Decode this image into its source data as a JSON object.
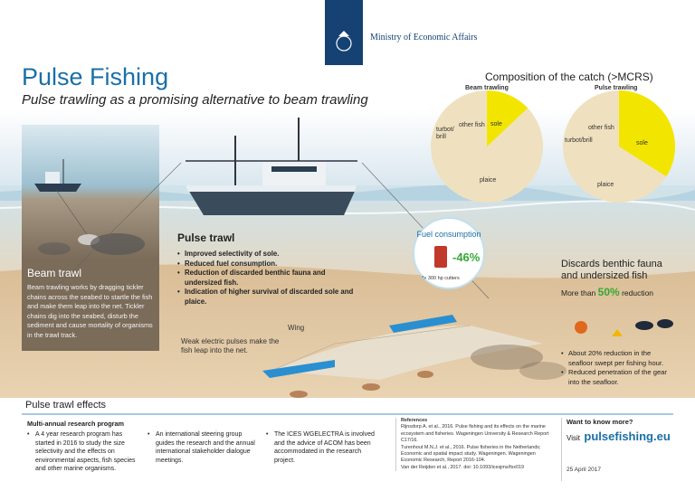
{
  "header": {
    "ministry": "Ministry of Economic Affairs",
    "title": "Pulse Fishing",
    "subtitle": "Pulse trawling as a promising alternative to beam trawling"
  },
  "composition": {
    "title": "Composition of the catch (>MCRS)",
    "beam": {
      "label": "Beam trawling",
      "other_fish": "other fish",
      "turbot_brill": "turbot/\nbrill",
      "sole": "sole",
      "plaice": "plaice",
      "sole_fraction": 0.13
    },
    "pulse": {
      "label": "Pulse trawling",
      "other_fish": "other fish",
      "turbot_brill": "turbot/brill",
      "sole": "sole",
      "plaice": "plaice",
      "sole_fraction": 0.34
    }
  },
  "beam_trawl": {
    "heading": "Beam trawl",
    "text": "Beam trawling works by dragging tickler chains across the seabed to startle the fish and make them leap into the net. Tickler chains dig into the seabed, disturb the sediment and cause mortality of organisms in the trawl track."
  },
  "pulse_trawl": {
    "heading": "Pulse trawl",
    "points": [
      "Improved selectivity of sole.",
      "Reduced fuel consumption.",
      "Reduction of discarded benthic fauna and undersized fish.",
      "Indication of higher survival of discarded sole and plaice."
    ]
  },
  "fuel": {
    "label": "Fuel consumption",
    "value": "-46%",
    "footnote": "*> 300 hp cutters"
  },
  "net_labels": {
    "wing": "Wing",
    "pulses": "Weak electric pulses make the fish leap into the net."
  },
  "discards": {
    "heading": "Discards benthic fauna and undersized fish",
    "reduction_prefix": "More than",
    "reduction_value": "50%",
    "reduction_suffix": "reduction",
    "points": [
      "About 20% reduction in the seafloor swept per fishing hour.",
      "Reduced penetration of the gear into the seafloor."
    ]
  },
  "effects": {
    "title": "Pulse trawl effects",
    "program_heading": "Multi-annual research program",
    "col1": "A 4 year research program has started in 2016 to study the size selectivity and the effects on environmental aspects, fish species and other marine organisms.",
    "col2": "An international steering group guides the research and the annual international stakeholder dialogue meetings.",
    "col3": "The ICES WGELECTRA is involved and the advice of ACOM has been accommodated in the research project."
  },
  "references": {
    "heading": "References",
    "items": [
      "Rijnsdorp A. et al., 2016. Pulse fishing and its effects on the marine ecosystem and fisheries. Wageningen University & Research Report C17/16.",
      "Turenhout M.N.J. et al., 2016. Pulse fisheries in the Netherlands; Economic and spatial impact study. Wageningen. Wageningen Economic Research, Report 2016-104.",
      "Van der Reijden et al., 2017. doi: 10.1093/icesjms/fsx019"
    ]
  },
  "more": {
    "heading": "Want to know more?",
    "visit": "Visit",
    "url": "pulsefishing.eu",
    "date": "25 April 2017"
  },
  "colors": {
    "gov_blue": "#154273",
    "title_blue": "#1a6fa8",
    "sole_yellow": "#f2e600",
    "pie_beige": "#efe1bf",
    "seafloor": "#c9a57a",
    "sea": "#bcd9e6"
  }
}
